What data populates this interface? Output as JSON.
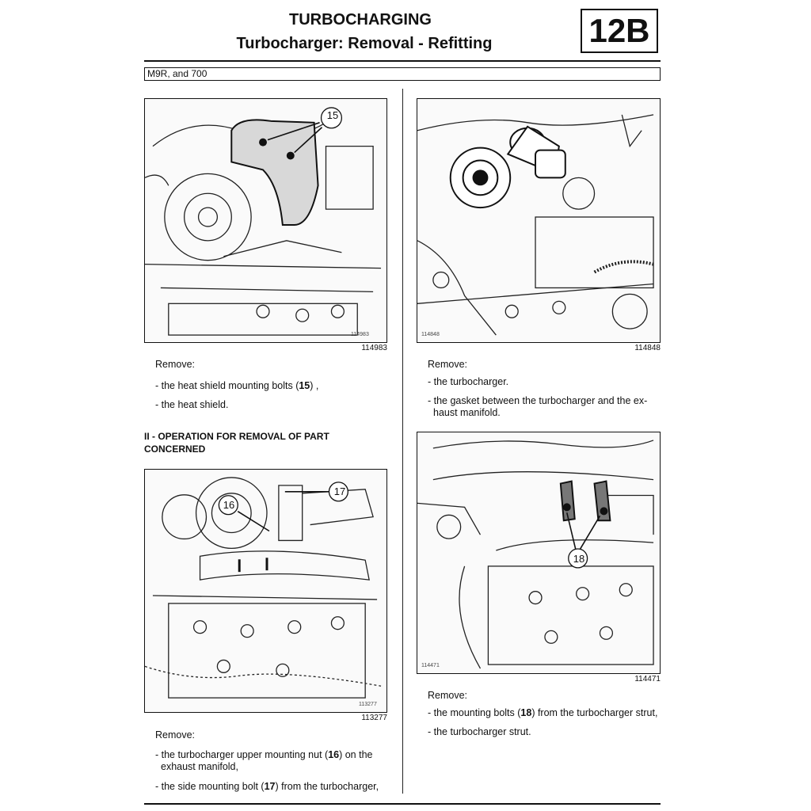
{
  "header": {
    "section_title": "TURBOCHARGING",
    "subtitle": "Turbocharger: Removal - Refitting",
    "section_code": "12B",
    "engine_variant": "M9R, and 700"
  },
  "left_column": {
    "figure_1": {
      "number": "114983",
      "callouts": [
        "15"
      ]
    },
    "block_1": {
      "lead": "Remove:",
      "items": [
        {
          "pre": "- the heat shield mounting bolts (",
          "ref": "15",
          "post": ") ,"
        },
        {
          "text": "- the heat shield."
        }
      ]
    },
    "section_heading_line1": "II - OPERATION FOR REMOVAL OF PART",
    "section_heading_line2": "CONCERNED",
    "figure_2": {
      "number": "113277",
      "callouts": [
        "16",
        "17"
      ]
    },
    "block_2": {
      "lead": "Remove:",
      "items": [
        {
          "pre": "- the turbocharger upper mounting nut (",
          "ref": "16",
          "post": ") on the",
          "cont": "exhaust manifold,"
        },
        {
          "pre": "- the side mounting bolt (",
          "ref": "17",
          "post": ") from the turbocharger,"
        }
      ]
    }
  },
  "right_column": {
    "figure_3": {
      "number": "114848"
    },
    "block_3": {
      "lead": "Remove:",
      "items": [
        {
          "text": "- the turbocharger."
        },
        {
          "text": "- the gasket between the turbocharger and the ex-",
          "cont": "haust manifold."
        }
      ]
    },
    "figure_4": {
      "number": "114471",
      "callouts": [
        "18"
      ]
    },
    "block_4": {
      "lead": "Remove:",
      "items": [
        {
          "pre": "- the mounting bolts (",
          "ref": "18",
          "post": ") from the turbocharger strut,"
        },
        {
          "text": "- the turbocharger strut."
        }
      ]
    }
  }
}
